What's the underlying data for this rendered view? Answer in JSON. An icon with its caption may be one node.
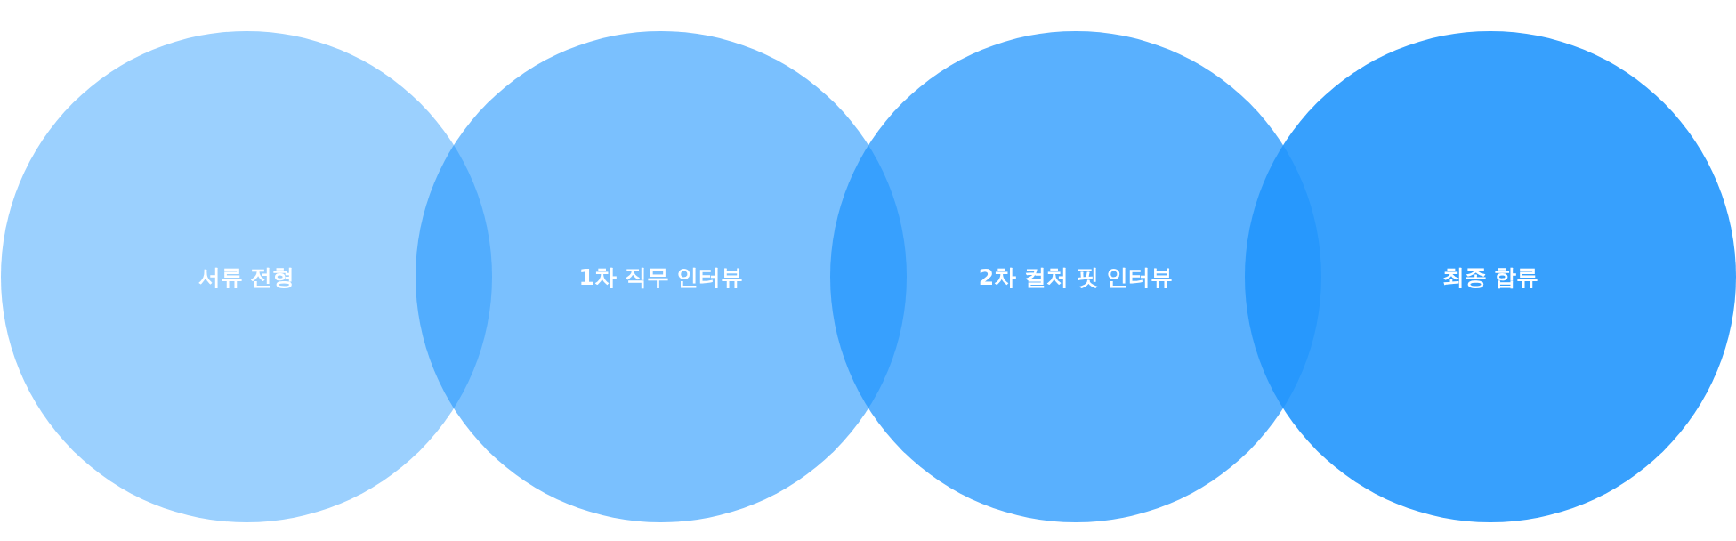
{
  "diagram": {
    "nodes": [
      {
        "text": [
          "서류 전형"
        ]
      },
      {
        "text": [
          "1차 직무 인터뷰"
        ]
      },
      {
        "text": [
          "2차 컬처 핏 인터뷰"
        ]
      },
      {
        "text": [
          "최종 합류"
        ]
      }
    ]
  }
}
